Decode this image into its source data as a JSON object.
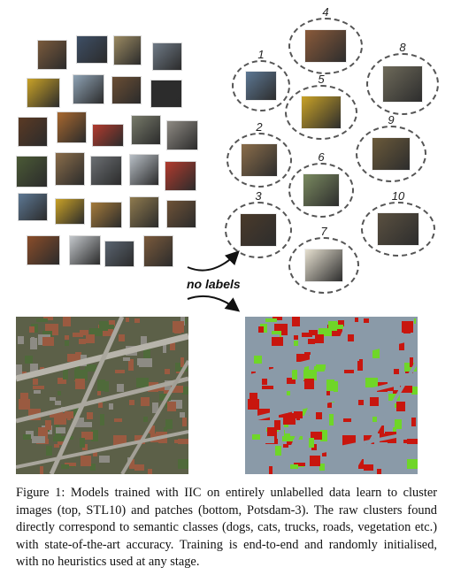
{
  "figure": {
    "arrow_label": "no labels",
    "cluster_numbers": [
      "1",
      "2",
      "3",
      "4",
      "5",
      "6",
      "7",
      "8",
      "9",
      "10"
    ],
    "caption": "Figure 1:  Models trained with IIC on entirely unlabelled data learn to cluster images (top, STL10) and patches (bottom, Potsdam-3). The raw clusters found directly correspond to semantic classes (dogs, cats, trucks, roads, vegetation etc.) with state-of-the-art accuracy. Training is end-to-end and randomly initialised, with no heuristics used at any stage."
  },
  "palette": {
    "segmentation_red": "#c8160e",
    "segmentation_green": "#6fd628",
    "segmentation_gray": "#8a9aa8"
  }
}
